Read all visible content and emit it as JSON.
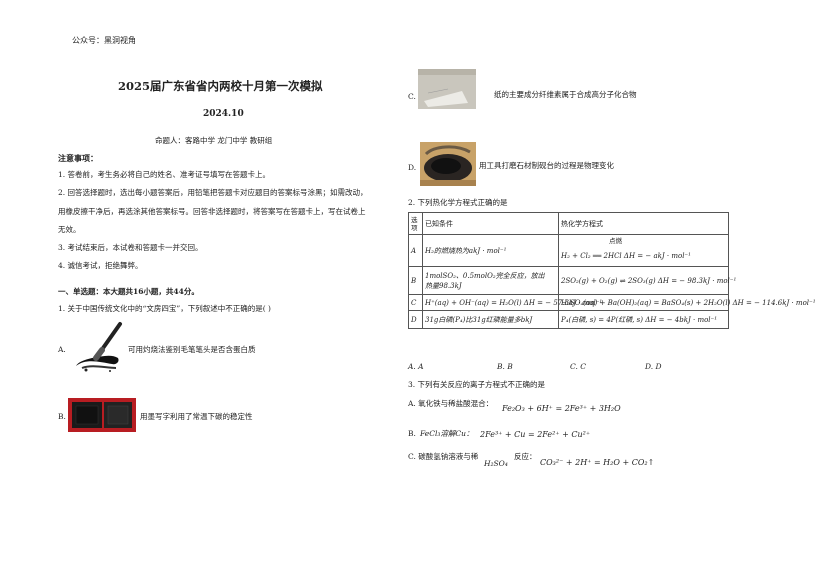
{
  "watermark": "公众号：黑洞视角",
  "title": "2025届广东省省内两校十月第一次模拟",
  "date": "2024.10",
  "authors": "命题人：客路中学  龙门中学  教研组",
  "notice": {
    "heading": "注意事项：",
    "items": [
      "1. 答卷前，考生务必将自己的姓名、准考证号填写在答题卡上。",
      "2. 回答选择题时，选出每小题答案后，用铅笔把答题卡对应题目的答案标号涂黑；如需改动，",
      "用橡皮擦干净后，再选涂其他答案标号。回答非选择题时，将答案写在答题卡上，写在试卷上",
      "无效。",
      "3. 考试结束后，本试卷和答题卡一并交回。",
      "4. 诚信考试，拒绝舞弊。"
    ]
  },
  "section1": "一、单选题：本大题共16小题，共44分。",
  "q1": {
    "stem": "1. 关于中国传统文化中的“文房四宝”，下列叙述中不正确的是(    )",
    "A_label": "A.",
    "A_text": "可用灼烧法鉴别毛笔笔头是否含蛋白质",
    "B_label": "B.",
    "B_text": "用墨写字利用了常温下碳的稳定性",
    "C_label": "C.",
    "C_text": "纸的主要成分纤维素属于合成高分子化合物",
    "D_label": "D.",
    "D_text": "用工具打磨石材制砚台的过程是物理变化"
  },
  "q2": {
    "stem": "2. 下列热化学方程式正确的是",
    "header": [
      "选项",
      "已知条件",
      "热化学方程式"
    ],
    "rows": [
      {
        "opt": "A",
        "cond": "H₂的燃烧热为akJ · mol⁻¹",
        "cond2": "",
        "eq": "H₂ + Cl₂ ══ 2HCl ΔH = − akJ · mol⁻¹",
        "over": "点燃"
      },
      {
        "opt": "B",
        "cond": "1molSO₂、0.5molO₂完全反应，放出",
        "cond2": "热量98.3kJ",
        "eq": "2SO₂(g) + O₂(g) ⇌ 2SO₃(g) ΔH = − 98.3kJ · mol⁻¹",
        "over": ""
      },
      {
        "opt": "C",
        "cond": "H⁺(aq) + OH⁻(aq) = H₂O(l) ΔH = − 57.3kJ · mol⁻¹",
        "cond2": "",
        "eq": "H₂SO₄(aq) + Ba(OH)₂(aq) = BaSO₄(s) + 2H₂O(l) ΔH = − 114.6kJ · mol⁻¹",
        "over": ""
      },
      {
        "opt": "D",
        "cond": "31g白磷(P₄)比31g红磷能量多bkJ",
        "cond2": "",
        "eq": "P₄(白磷, s) = 4P(红磷, s) ΔH = − 4bkJ · mol⁻¹",
        "over": ""
      }
    ],
    "choices": [
      "A. A",
      "B. B",
      "C. C",
      "D. D"
    ]
  },
  "q3": {
    "stem": "3. 下列有关反应的离子方程式不正确的是",
    "A_label": "A. 氧化铁与稀盐酸混合：",
    "A_eq": "Fe₂O₃ + 6H⁺ = 2Fe³⁺ + 3H₂O",
    "B_label": "B.",
    "B_pre": "FeCl₃溶解Cu：",
    "B_eq": "2Fe³⁺ + Cu = 2Fe²⁺ + Cu²⁺",
    "C_label": "C. 碳酸氢钠溶液与稀",
    "C_mid": "H₂SO₄",
    "C_tail": "反应：",
    "C_eq": "CO₃²⁻ + 2H⁺ = H₂O + CO₂↑"
  }
}
